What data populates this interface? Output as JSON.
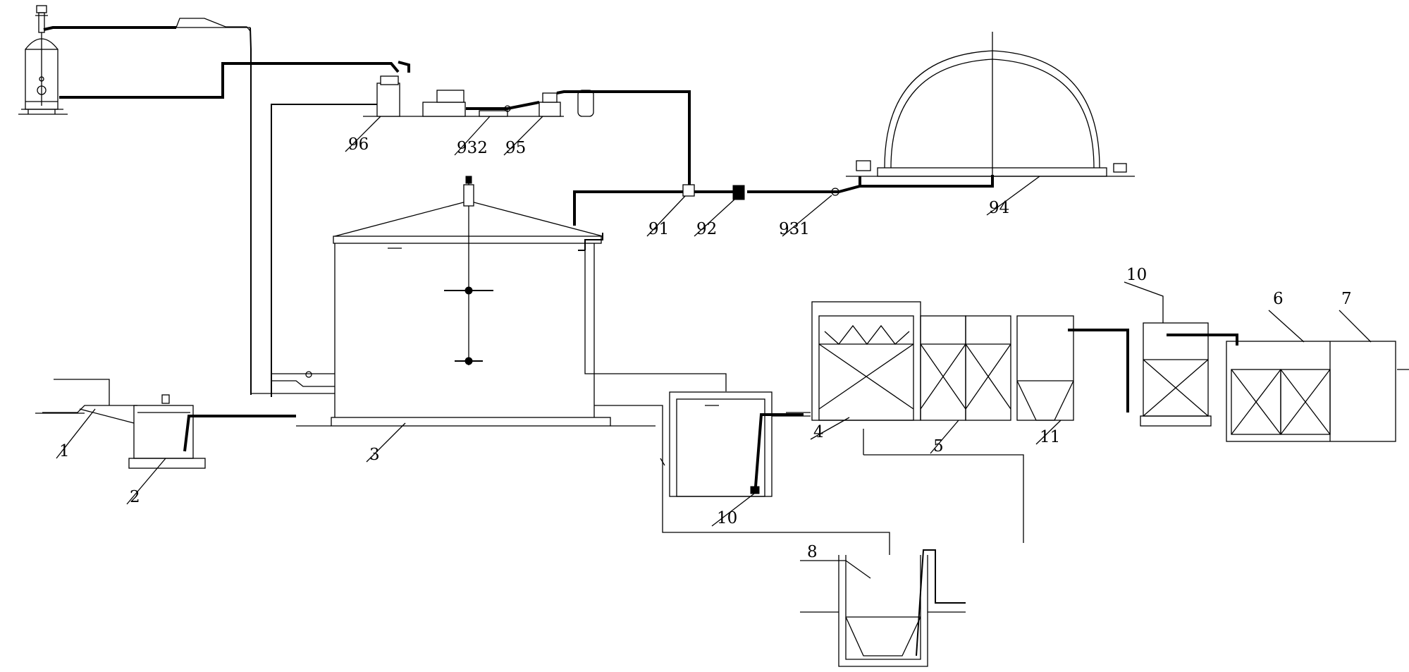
{
  "labels": {
    "l1": "1",
    "l2": "2",
    "l3": "3",
    "l4": "4",
    "l5": "5",
    "l6": "6",
    "l7": "7",
    "l8": "8",
    "l10a": "10",
    "l10b": "10",
    "l11": "11",
    "l91": "91",
    "l92": "92",
    "l931": "931",
    "l932": "932",
    "l94": "94",
    "l95": "95",
    "l96": "96"
  },
  "colors": {
    "line": "#000000",
    "background": "#ffffff"
  }
}
